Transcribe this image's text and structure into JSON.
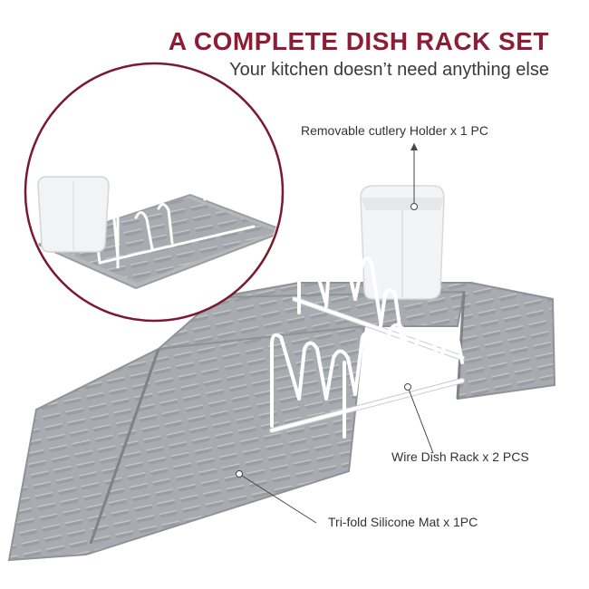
{
  "header": {
    "title": "A COMPLETE DISH RACK SET",
    "subtitle": "Your kitchen doesn’t need anything else"
  },
  "callouts": {
    "cutlery": "Removable cutlery Holder x 1 PC",
    "rack": "Wire Dish Rack x 2 PCS",
    "mat": "Tri-fold Silicone Mat x 1PC"
  },
  "colors": {
    "title": "#8c1d35",
    "inset_ring": "#7a1a30",
    "mat": "#a7abaf",
    "wire": "#ffffff"
  }
}
